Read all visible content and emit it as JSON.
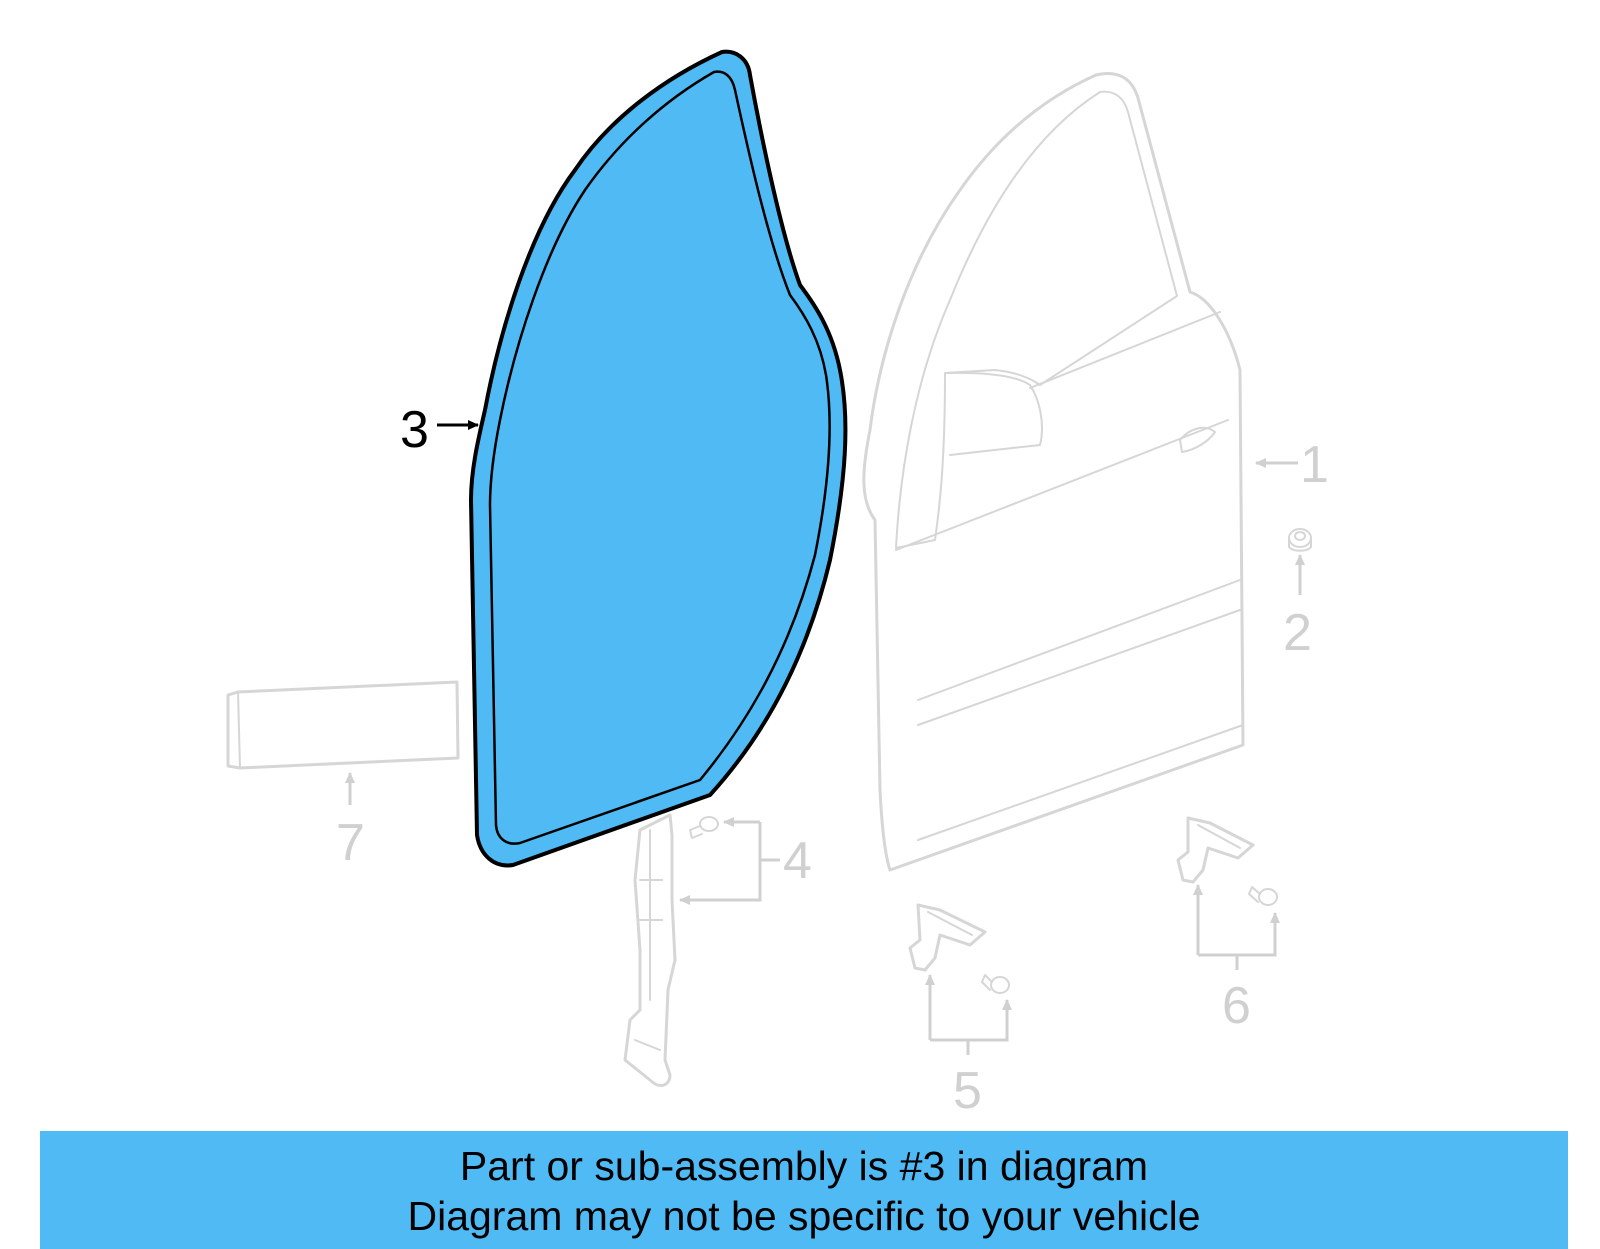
{
  "diagram": {
    "highlight_color": "#4fbaf4",
    "ghost_color": "#d6d6d6",
    "highlighted_part": "3",
    "callouts": [
      {
        "id": "1",
        "label": "1"
      },
      {
        "id": "2",
        "label": "2"
      },
      {
        "id": "3",
        "label": "3"
      },
      {
        "id": "4",
        "label": "4"
      },
      {
        "id": "5",
        "label": "5"
      },
      {
        "id": "6",
        "label": "6"
      },
      {
        "id": "7",
        "label": "7"
      }
    ]
  },
  "footer": {
    "background": "#4fbaf4",
    "line1": "Part or sub-assembly is #3 in diagram",
    "line2": "Diagram may not be specific to your vehicle"
  }
}
